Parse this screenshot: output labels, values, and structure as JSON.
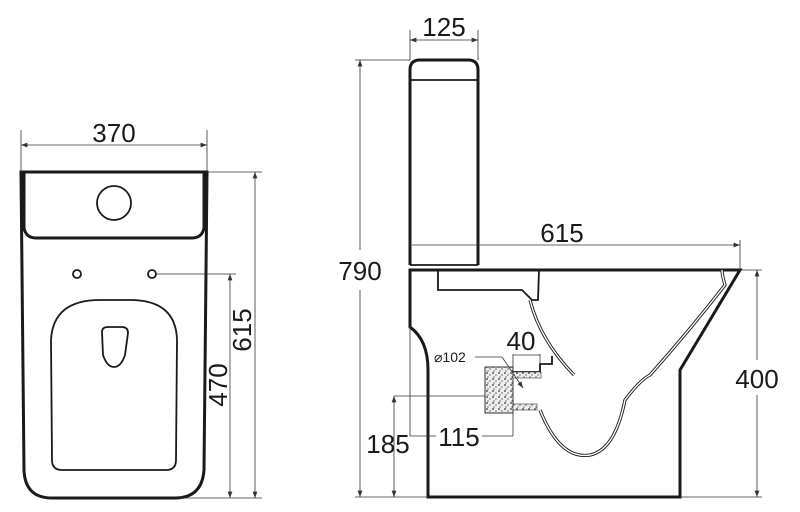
{
  "drawing": {
    "top_view": {
      "width_dim": "370",
      "depth_dim": "615",
      "hole_to_front_dim": "470"
    },
    "side_view": {
      "tank_depth_dim": "125",
      "total_height_dim": "790",
      "bowl_length_dim": "615",
      "bowl_height_dim": "400",
      "outlet_diameter_dim": "⌀102",
      "outlet_offset_dim": "40",
      "outlet_height_dim": "185",
      "outlet_distance_dim": "115"
    }
  }
}
